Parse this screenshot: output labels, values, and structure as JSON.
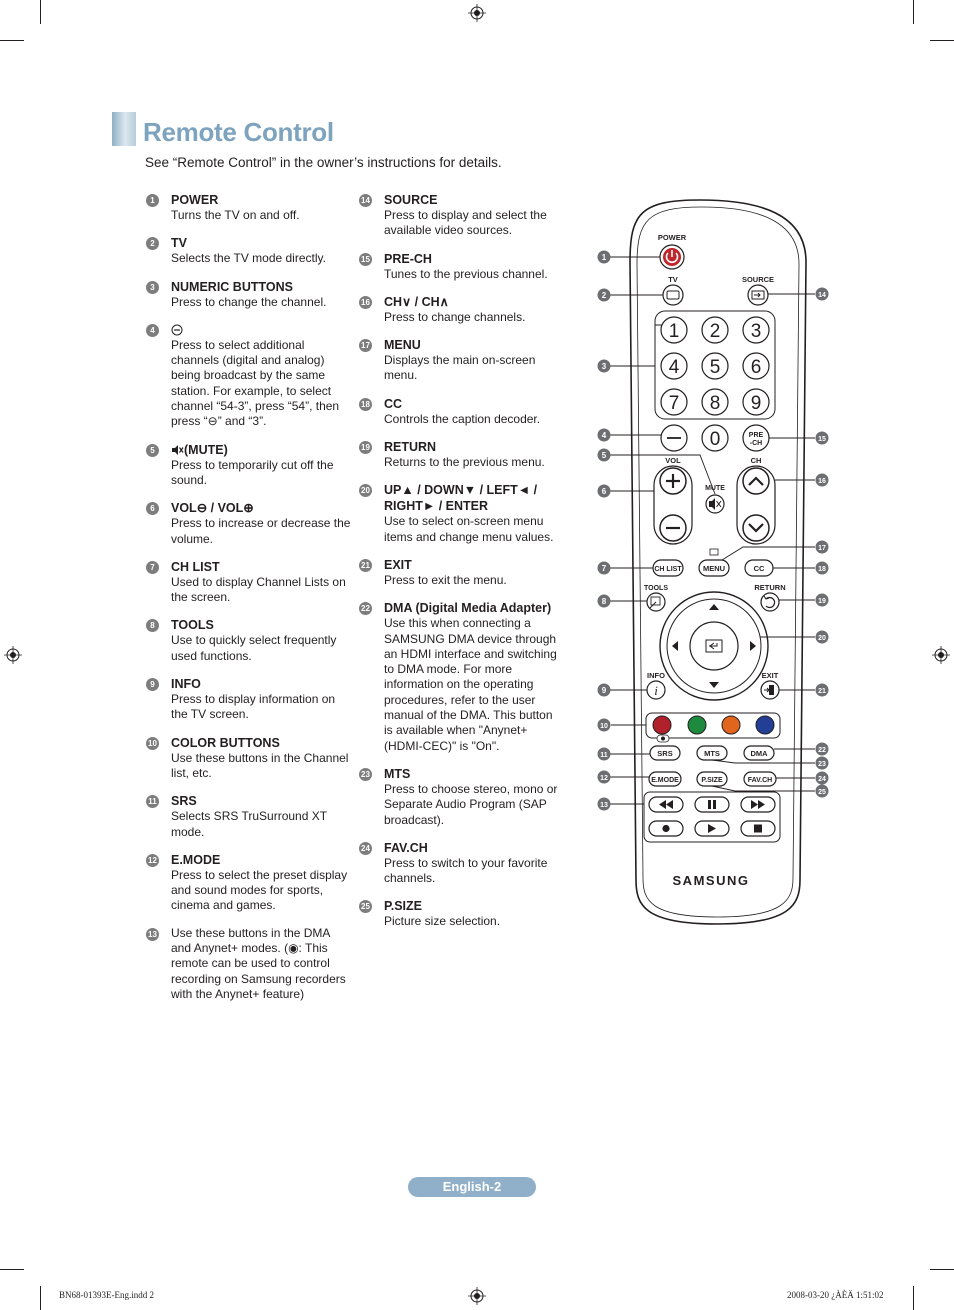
{
  "header": {
    "title": "Remote Control",
    "subtitle": "See “Remote Control” in the owner’s instructions for details."
  },
  "items_left": [
    {
      "num": "1",
      "title": "POWER",
      "desc": "Turns the TV on and off."
    },
    {
      "num": "2",
      "title": "TV",
      "desc": "Selects the TV mode directly."
    },
    {
      "num": "3",
      "title": "NUMERIC BUTTONS",
      "desc": "Press to change the channel."
    },
    {
      "num": "4",
      "title": "",
      "desc": "Press to select additional channels (digital and analog) being broadcast by the same station. For example, to select channel “54-3”, press “54”, then press “⊖” and “3”."
    },
    {
      "num": "5",
      "title": "(MUTE)",
      "desc": "Press to temporarily cut off the sound."
    },
    {
      "num": "6",
      "title": "VOL⊖ / VOL⊕",
      "desc": "Press to increase or decrease the volume."
    },
    {
      "num": "7",
      "title": "CH LIST",
      "desc": "Used to display Channel Lists on the screen."
    },
    {
      "num": "8",
      "title": "TOOLS",
      "desc": "Use to quickly select frequently used functions."
    },
    {
      "num": "9",
      "title": "INFO",
      "desc": "Press to display information on the TV screen."
    },
    {
      "num": "10",
      "title": "COLOR BUTTONS",
      "desc": "Use these buttons in the Channel list, etc."
    },
    {
      "num": "11",
      "title": "SRS",
      "desc": "Selects SRS TruSurround XT mode."
    },
    {
      "num": "12",
      "title": "E.MODE",
      "desc": "Press to select the preset display and sound modes for sports, cinema and games."
    },
    {
      "num": "13",
      "title": "",
      "desc": "Use these buttons in the DMA and Anynet+ modes. (◉: This remote can be used to control recording on Samsung recorders with the Anynet+ feature)"
    }
  ],
  "items_right": [
    {
      "num": "14",
      "title": "SOURCE",
      "desc": "Press to display and select the available video sources."
    },
    {
      "num": "15",
      "title": "PRE-CH",
      "desc": "Tunes to the previous channel."
    },
    {
      "num": "16",
      "title": "CH∨ / CH∧",
      "desc": "Press to change channels."
    },
    {
      "num": "17",
      "title": "MENU",
      "desc": "Displays the main on-screen menu."
    },
    {
      "num": "18",
      "title": "CC",
      "desc": "Controls the caption decoder."
    },
    {
      "num": "19",
      "title": "RETURN",
      "desc": "Returns to the previous menu."
    },
    {
      "num": "20",
      "title": "UP▲ / DOWN▼ / LEFT◄ / RIGHT► / ENTER",
      "desc": "Use to select on-screen menu items and change menu values."
    },
    {
      "num": "21",
      "title": "EXIT",
      "desc": "Press to exit the menu."
    },
    {
      "num": "22",
      "title": "DMA (Digital Media Adapter)",
      "desc": "Use this when connecting a SAMSUNG DMA device through an HDMI interface and switching to DMA mode. For more information on the operating procedures, refer to the user manual of the DMA. This button is available when \"Anynet+(HDMI-CEC)\" is \"On\"."
    },
    {
      "num": "23",
      "title": "MTS",
      "desc": "Press to choose stereo, mono or Separate Audio Program (SAP broadcast)."
    },
    {
      "num": "24",
      "title": "FAV.CH",
      "desc": "Press to switch to your favorite channels."
    },
    {
      "num": "25",
      "title": "P.SIZE",
      "desc": "Picture size selection."
    }
  ],
  "remote": {
    "labels": {
      "power": "POWER",
      "tv": "TV",
      "source": "SOURCE",
      "vol": "VOL",
      "ch": "CH",
      "mute": "MUTE",
      "pre_ch_1": "PRE",
      "pre_ch_2": "-CH",
      "ch_list": "CH LIST",
      "menu": "MENU",
      "cc": "CC",
      "tools": "TOOLS",
      "return": "RETURN",
      "info": "INFO",
      "exit": "EXIT",
      "srs": "SRS",
      "mts": "MTS",
      "dma": "DMA",
      "emode": "E.MODE",
      "psize": "P.SIZE",
      "favch": "FAV.CH",
      "brand": "SAMSUNG"
    },
    "digits": [
      "1",
      "2",
      "3",
      "4",
      "5",
      "6",
      "7",
      "8",
      "9",
      "0"
    ],
    "callouts_left": [
      "1",
      "2",
      "3",
      "4",
      "5",
      "6",
      "7",
      "8",
      "9",
      "10",
      "11",
      "12",
      "13"
    ],
    "callouts_right": [
      "14",
      "15",
      "16",
      "17",
      "18",
      "19",
      "20",
      "21",
      "22",
      "23",
      "24",
      "25"
    ],
    "colors": {
      "power": "#c0272d",
      "red": "#b0212b",
      "green": "#1d8a3e",
      "orange": "#e2651d",
      "blue": "#233f95",
      "callout": "#6d6e71"
    }
  },
  "footer": {
    "page_label": "English-2",
    "slug_left": "BN68-01393E-Eng.indd   2",
    "slug_right": "2008-03-20   ¿ÀÈÄ 1:51:02"
  }
}
